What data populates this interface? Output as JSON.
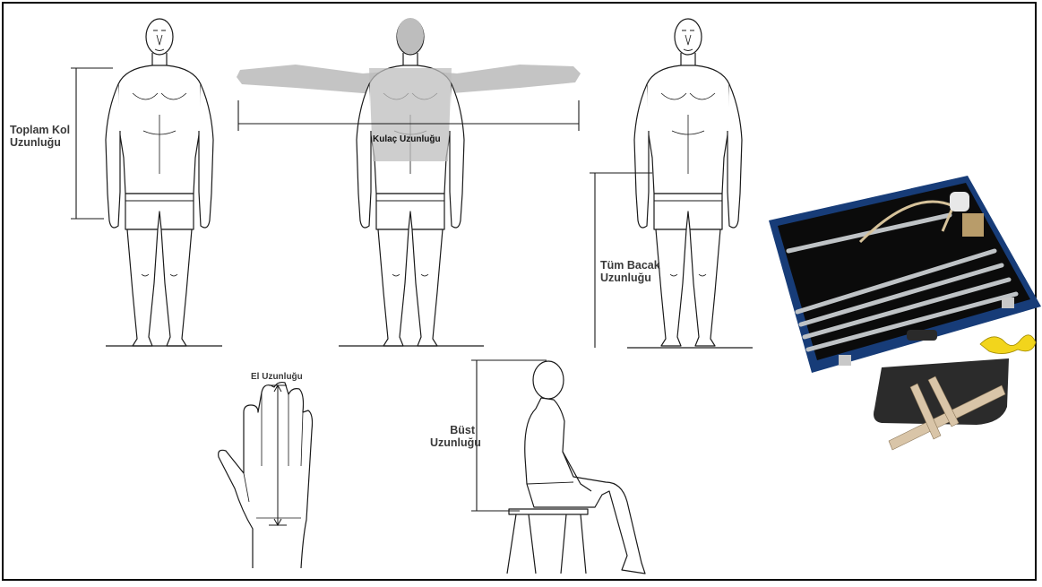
{
  "labels": {
    "arm_length": [
      "Toplam Kol",
      "Uzunluğu"
    ],
    "arm_span": "Kulaç Uzunluğu",
    "leg_length": [
      "Tüm Bacak",
      "Uzunluğu"
    ],
    "hand_length": "El Uzunluğu",
    "sitting_height": [
      "Büst",
      "Uzunluğu"
    ]
  },
  "colors": {
    "line": "#1a1a1a",
    "ghost_arms": "#c4c4c4",
    "case_blue": "#173c78",
    "case_inner": "#0b0b0b",
    "rod": "#bfc3c6",
    "tape": "#f2d51c",
    "pouch": "#2b2b2b",
    "caliper": "#d9c5a8"
  },
  "icons": [
    "human-figure-icon",
    "hand-icon",
    "seated-figure-icon",
    "anthropometer-kit-icon",
    "tape-measure-icon",
    "sliding-caliper-icon"
  ]
}
